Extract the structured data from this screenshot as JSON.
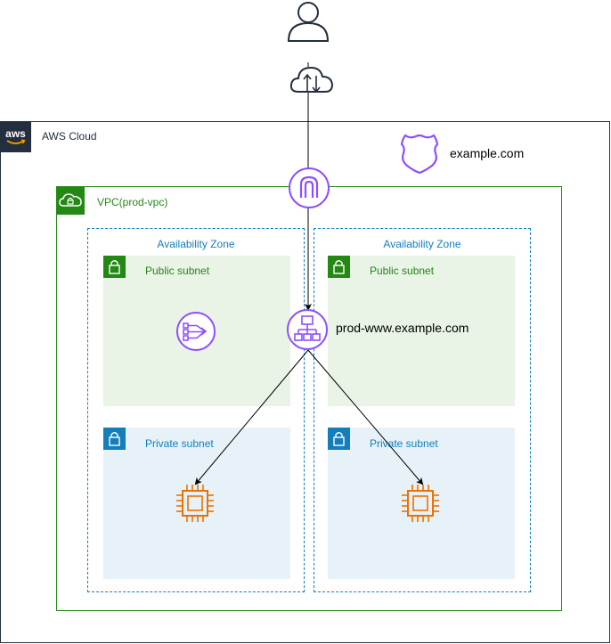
{
  "aws_cloud": {
    "label": "AWS Cloud"
  },
  "route53": {
    "label": "example.com"
  },
  "vpc": {
    "label": "VPC(prod-vpc)"
  },
  "availability_zones": [
    {
      "label": "Availability Zone"
    },
    {
      "label": "Availability Zone"
    }
  ],
  "subnets": {
    "public_left": "Public subnet",
    "public_right": "Public subnet",
    "private_left": "Private subnet",
    "private_right": "Private subnet"
  },
  "load_balancer": {
    "label": "prod-www.example.com"
  },
  "colors": {
    "aws_dark": "#232f3e",
    "vpc_green": "#248814",
    "az_blue": "#147eba",
    "public_fill": "#e9f3e6",
    "private_fill": "#e6f2f8",
    "purple": "#8c4fff",
    "ec2_orange": "#ed7100"
  }
}
